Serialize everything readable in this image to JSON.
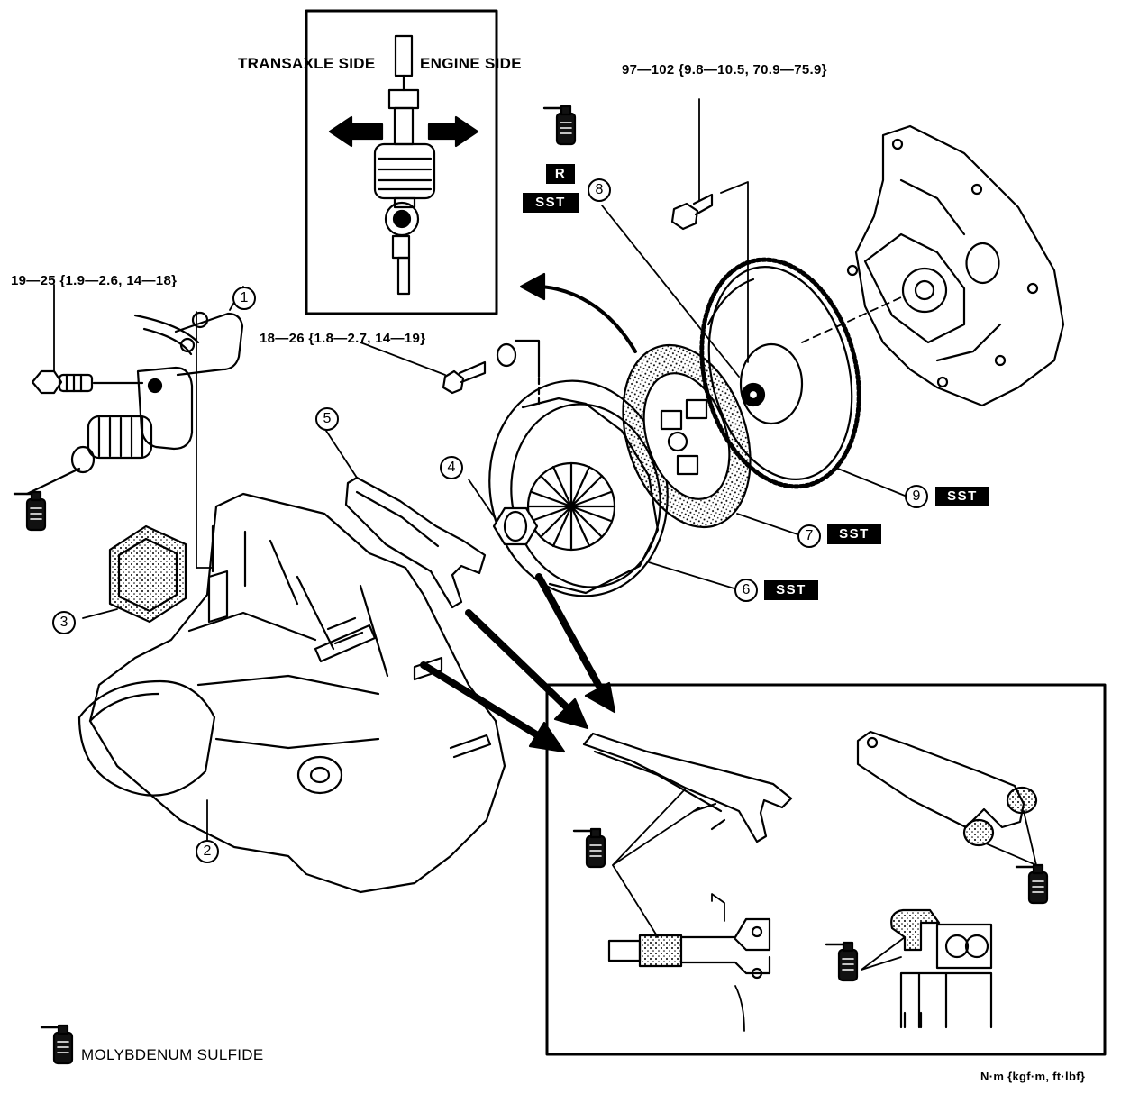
{
  "orientation": {
    "left_label": "TRANSAXLE SIDE",
    "right_label": "ENGINE SIDE"
  },
  "torques": {
    "slave_bolt": "19—25 {1.9—2.6, 14—18}",
    "fork_bolt": "18—26 {1.8—2.7, 14—19}",
    "flywheel_bolt": "97—102 {9.8—10.5, 70.9—75.9}"
  },
  "callouts": [
    "1",
    "2",
    "3",
    "4",
    "5",
    "6",
    "7",
    "8",
    "9"
  ],
  "badges": {
    "r": "R",
    "sst_8": "SST",
    "sst_9": "SST",
    "sst_7": "SST",
    "sst_6": "SST"
  },
  "legend": {
    "icon": "grease-tube-icon",
    "label": "MOLYBDENUM SULFIDE"
  },
  "units": "N·m {kgf·m, ft·lbf}"
}
